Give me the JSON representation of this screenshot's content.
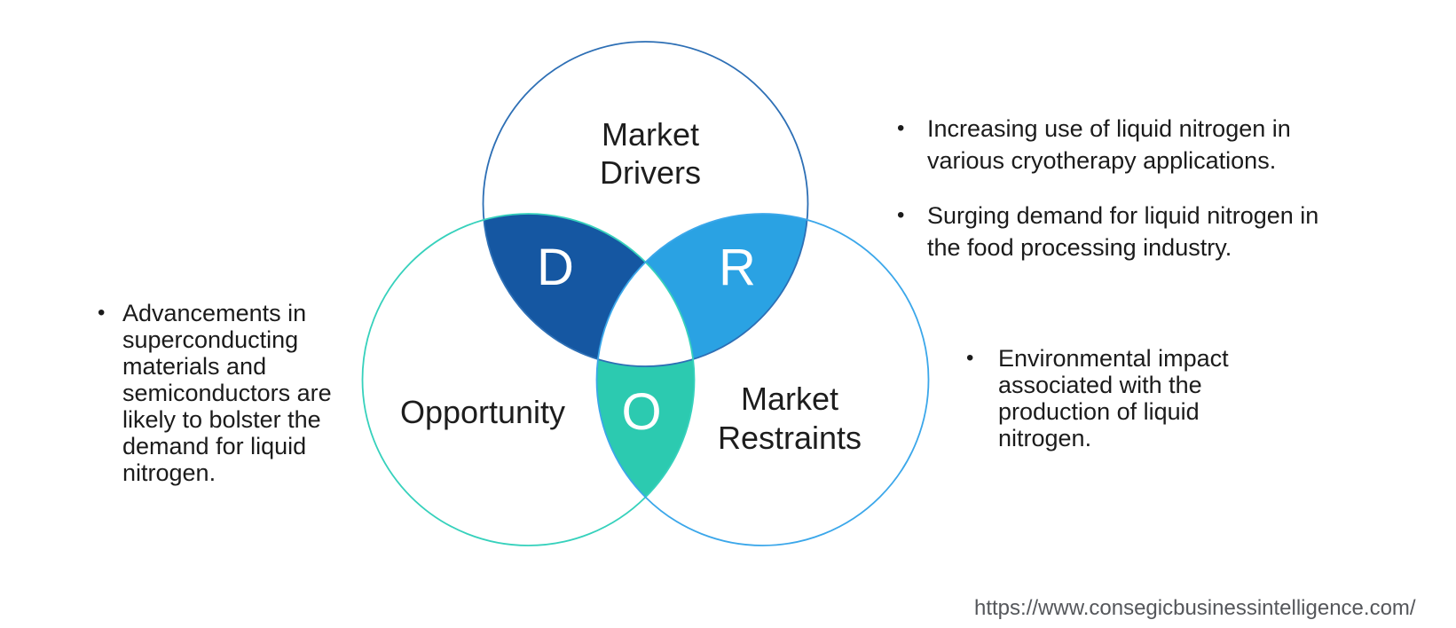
{
  "diagram": {
    "circles": {
      "drivers": {
        "label": "Market Drivers",
        "letter": "D",
        "outline_color": "#2d6fb5",
        "fill_color": "#1557a2"
      },
      "opportunity": {
        "label": "Opportunity",
        "letter": "O",
        "outline_color": "#36d1bc",
        "fill_color": "#2ccab0"
      },
      "restraints": {
        "label": "Market Restraints",
        "letter": "R",
        "outline_color": "#3ba7ea",
        "fill_color": "#2aa2e3"
      }
    },
    "center_fill": "#ffffff",
    "bullets": {
      "drivers": [
        "Increasing use of liquid nitrogen in various cryotherapy applications.",
        "Surging demand for liquid nitrogen in the food processing industry."
      ],
      "opportunity": [
        "Advancements in superconducting materials and semiconductors are likely to bolster the demand for liquid nitrogen."
      ],
      "restraints": [
        "Environmental impact associated with the production of liquid nitrogen."
      ]
    },
    "bullet_glyph": "•"
  },
  "footer": {
    "url": "https://www.consegicbusinessintelligence.com/"
  }
}
